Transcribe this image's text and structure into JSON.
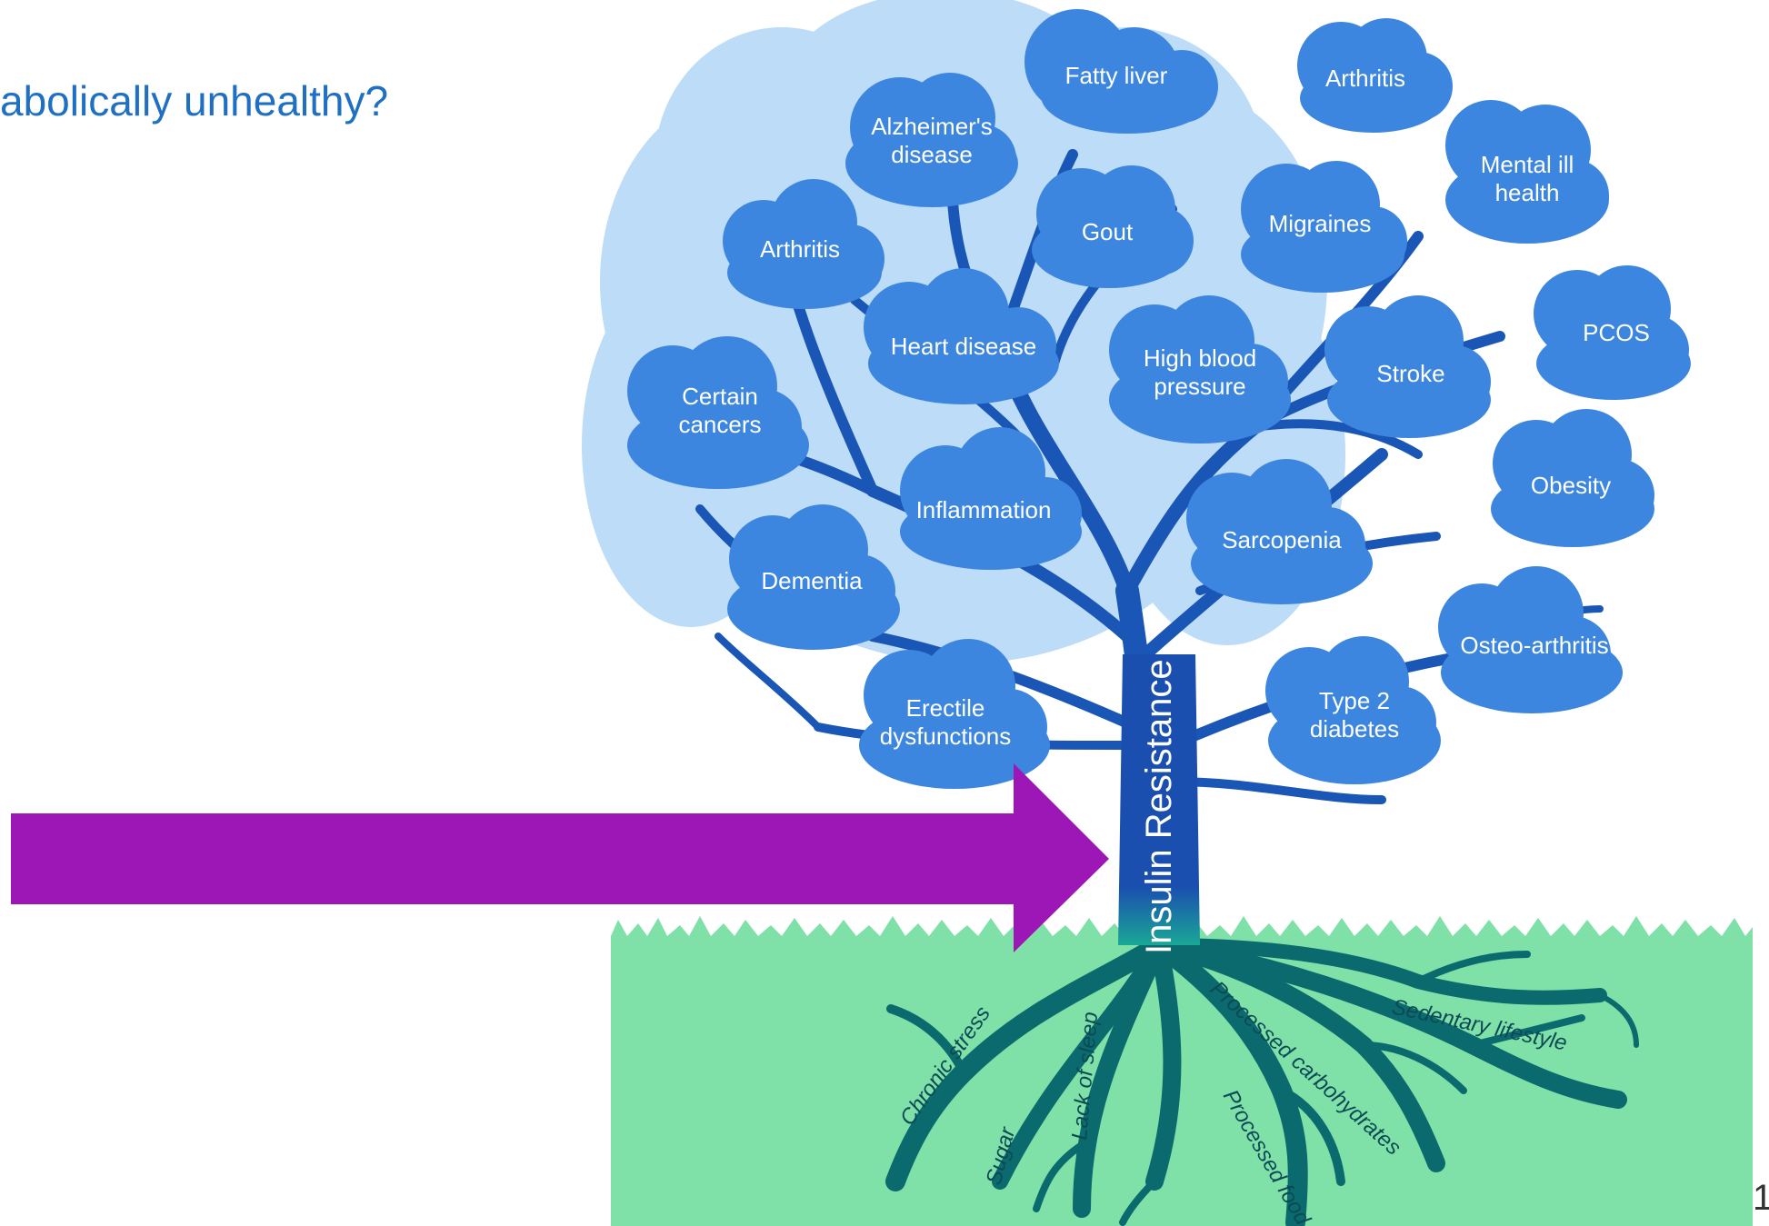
{
  "page": {
    "title": "abolically unhealthy?",
    "page_number": "1"
  },
  "tree": {
    "trunk_label": "Insulin Resistance",
    "leaves": [
      {
        "id": "fatty-liver",
        "lines": [
          "Fatty liver"
        ]
      },
      {
        "id": "arthritis-top",
        "lines": [
          "Arthritis"
        ]
      },
      {
        "id": "alzheimers",
        "lines": [
          "Alzheimer's",
          "disease"
        ]
      },
      {
        "id": "mental-ill-health",
        "lines": [
          "Mental ill",
          "health"
        ]
      },
      {
        "id": "gout",
        "lines": [
          "Gout"
        ]
      },
      {
        "id": "migraines",
        "lines": [
          "Migraines"
        ]
      },
      {
        "id": "arthritis-left",
        "lines": [
          "Arthritis"
        ]
      },
      {
        "id": "heart-disease",
        "lines": [
          "Heart disease"
        ]
      },
      {
        "id": "high-blood-pressure",
        "lines": [
          "High blood",
          "pressure"
        ]
      },
      {
        "id": "stroke",
        "lines": [
          "Stroke"
        ]
      },
      {
        "id": "pcos",
        "lines": [
          "PCOS"
        ]
      },
      {
        "id": "certain-cancers",
        "lines": [
          "Certain",
          "cancers"
        ]
      },
      {
        "id": "inflammation",
        "lines": [
          "Inflammation"
        ]
      },
      {
        "id": "sarcopenia",
        "lines": [
          "Sarcopenia"
        ]
      },
      {
        "id": "obesity",
        "lines": [
          "Obesity"
        ]
      },
      {
        "id": "dementia",
        "lines": [
          "Dementia"
        ]
      },
      {
        "id": "osteo-arthritis",
        "lines": [
          "Osteo-arthritis"
        ]
      },
      {
        "id": "erectile-dysfunctions",
        "lines": [
          "Erectile",
          "dysfunctions"
        ]
      },
      {
        "id": "type-2-diabetes",
        "lines": [
          "Type 2",
          "diabetes"
        ]
      }
    ],
    "roots": [
      "Chronic stress",
      "Sugar",
      "Lack of sleep",
      "Processed carbohydrates",
      "Processed food",
      "Sedentary lifestyle"
    ]
  },
  "colors": {
    "canopy": "#bcdcf7",
    "cloud": "#3d86df",
    "branch": "#1a56b6",
    "trunk": "#1a4fb0",
    "grass": "#7fe0a8",
    "root": "#0b6a6e",
    "arrow": "#9c17b6",
    "title": "#1f6fc3"
  }
}
